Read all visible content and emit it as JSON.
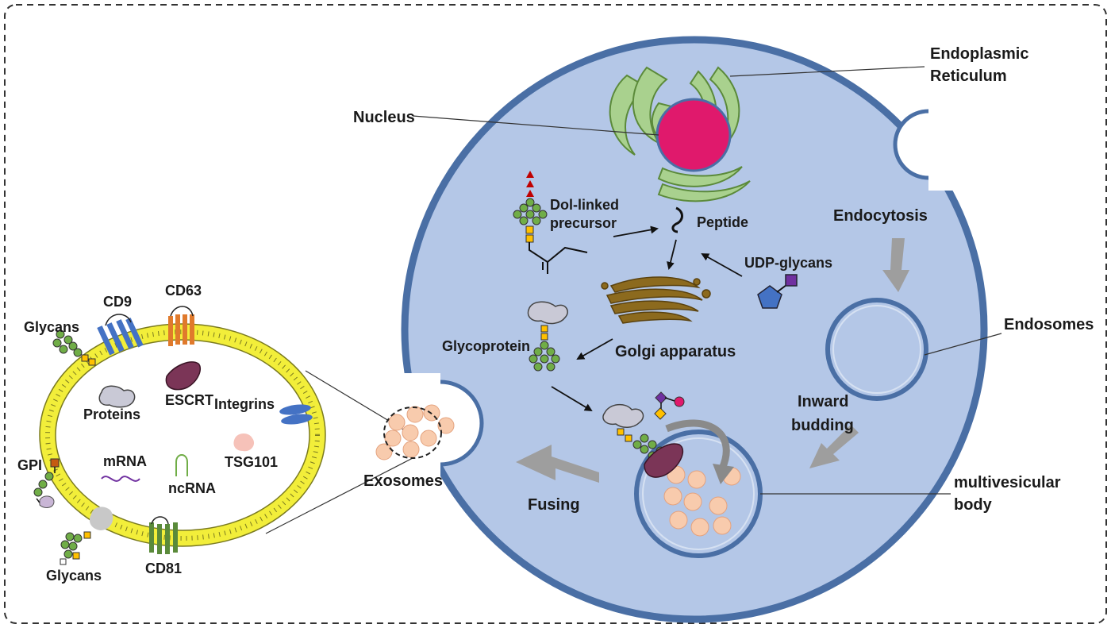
{
  "labels": {
    "endoplasmic_1": "Endoplasmic",
    "endoplasmic_2": "Reticulum",
    "nucleus": "Nucleus",
    "dol_1": "Dol-linked",
    "dol_2": "precursor",
    "peptide": "Peptide",
    "endocytosis": "Endocytosis",
    "udp_glycans": "UDP-glycans",
    "glycoprotein": "Glycoprotein",
    "golgi": "Golgi apparatus",
    "endosomes": "Endosomes",
    "inward_1": "Inward",
    "inward_2": "budding",
    "mvb_1": "multivesicular",
    "mvb_2": "body",
    "fusing": "Fusing",
    "exosomes": "Exosomes",
    "glycans_top": "Glycans",
    "cd9": "CD9",
    "cd63": "CD63",
    "proteins": "Proteins",
    "escrt": "ESCRT",
    "integrins": "Integrins",
    "gpi": "GPI",
    "mrna": "mRNA",
    "ncrna": "ncRNA",
    "tsg101": "TSG101",
    "glycans_bottom": "Glycans",
    "cd81": "CD81"
  },
  "colors": {
    "cell_fill": "#b4c7e7",
    "cell_border": "#4a6fa5",
    "nucleus": "#e0196c",
    "er": "#a9d18e",
    "golgi": "#8c6a1e",
    "arrow_grey": "#9e9e9e",
    "exosome": "#f8cbad",
    "membrane_yellow": "#f2ee3a",
    "cd9": "#4472c4",
    "cd63": "#e07a2c",
    "cd81": "#5a8a3a",
    "escrt": "#7b3557",
    "glycan_green": "#70ad47",
    "glycan_yellow": "#ffc000"
  }
}
